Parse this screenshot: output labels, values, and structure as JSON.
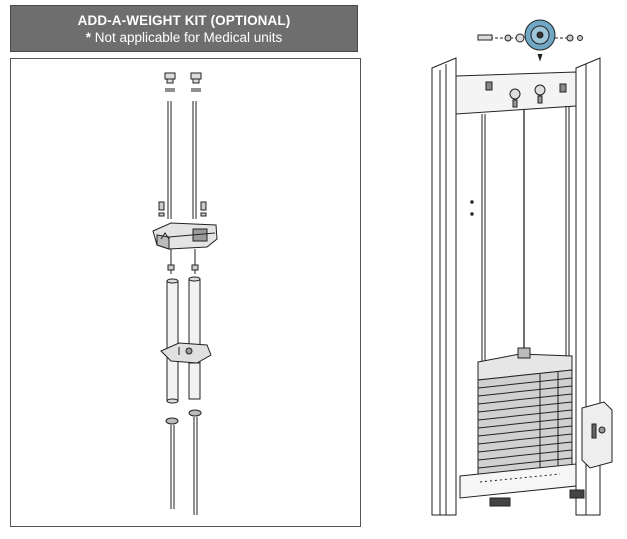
{
  "header": {
    "title": "ADD-A-WEIGHT KIT (OPTIONAL)",
    "subtitle_mark": "*",
    "subtitle": " Not applicable for Medical units"
  },
  "colors": {
    "banner_bg": "#6e6e6e",
    "banner_text": "#ffffff",
    "line": "#222222",
    "part_fill": "#d9d9d9",
    "accent_pulley": "#6fa7c4"
  },
  "figures": {
    "left": "add-a-weight-kit-exploded-view",
    "right": "weight-stack-tower-with-top-pulley"
  }
}
